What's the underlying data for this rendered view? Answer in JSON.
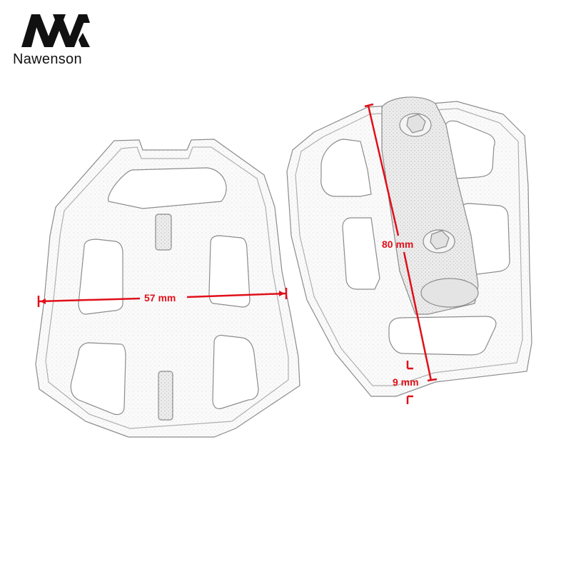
{
  "brand": {
    "name": "Nawenson",
    "logo_icon": "nawenson-logo-icon"
  },
  "product": {
    "description": "Motorcycle foot peg pair, top and bottom view, line-drawing style",
    "annotation_color": "#e0101a",
    "outline_color": "#9a9a9a"
  },
  "dimensions": {
    "width": "57 mm",
    "length": "80 mm",
    "thickness": "9 mm"
  }
}
